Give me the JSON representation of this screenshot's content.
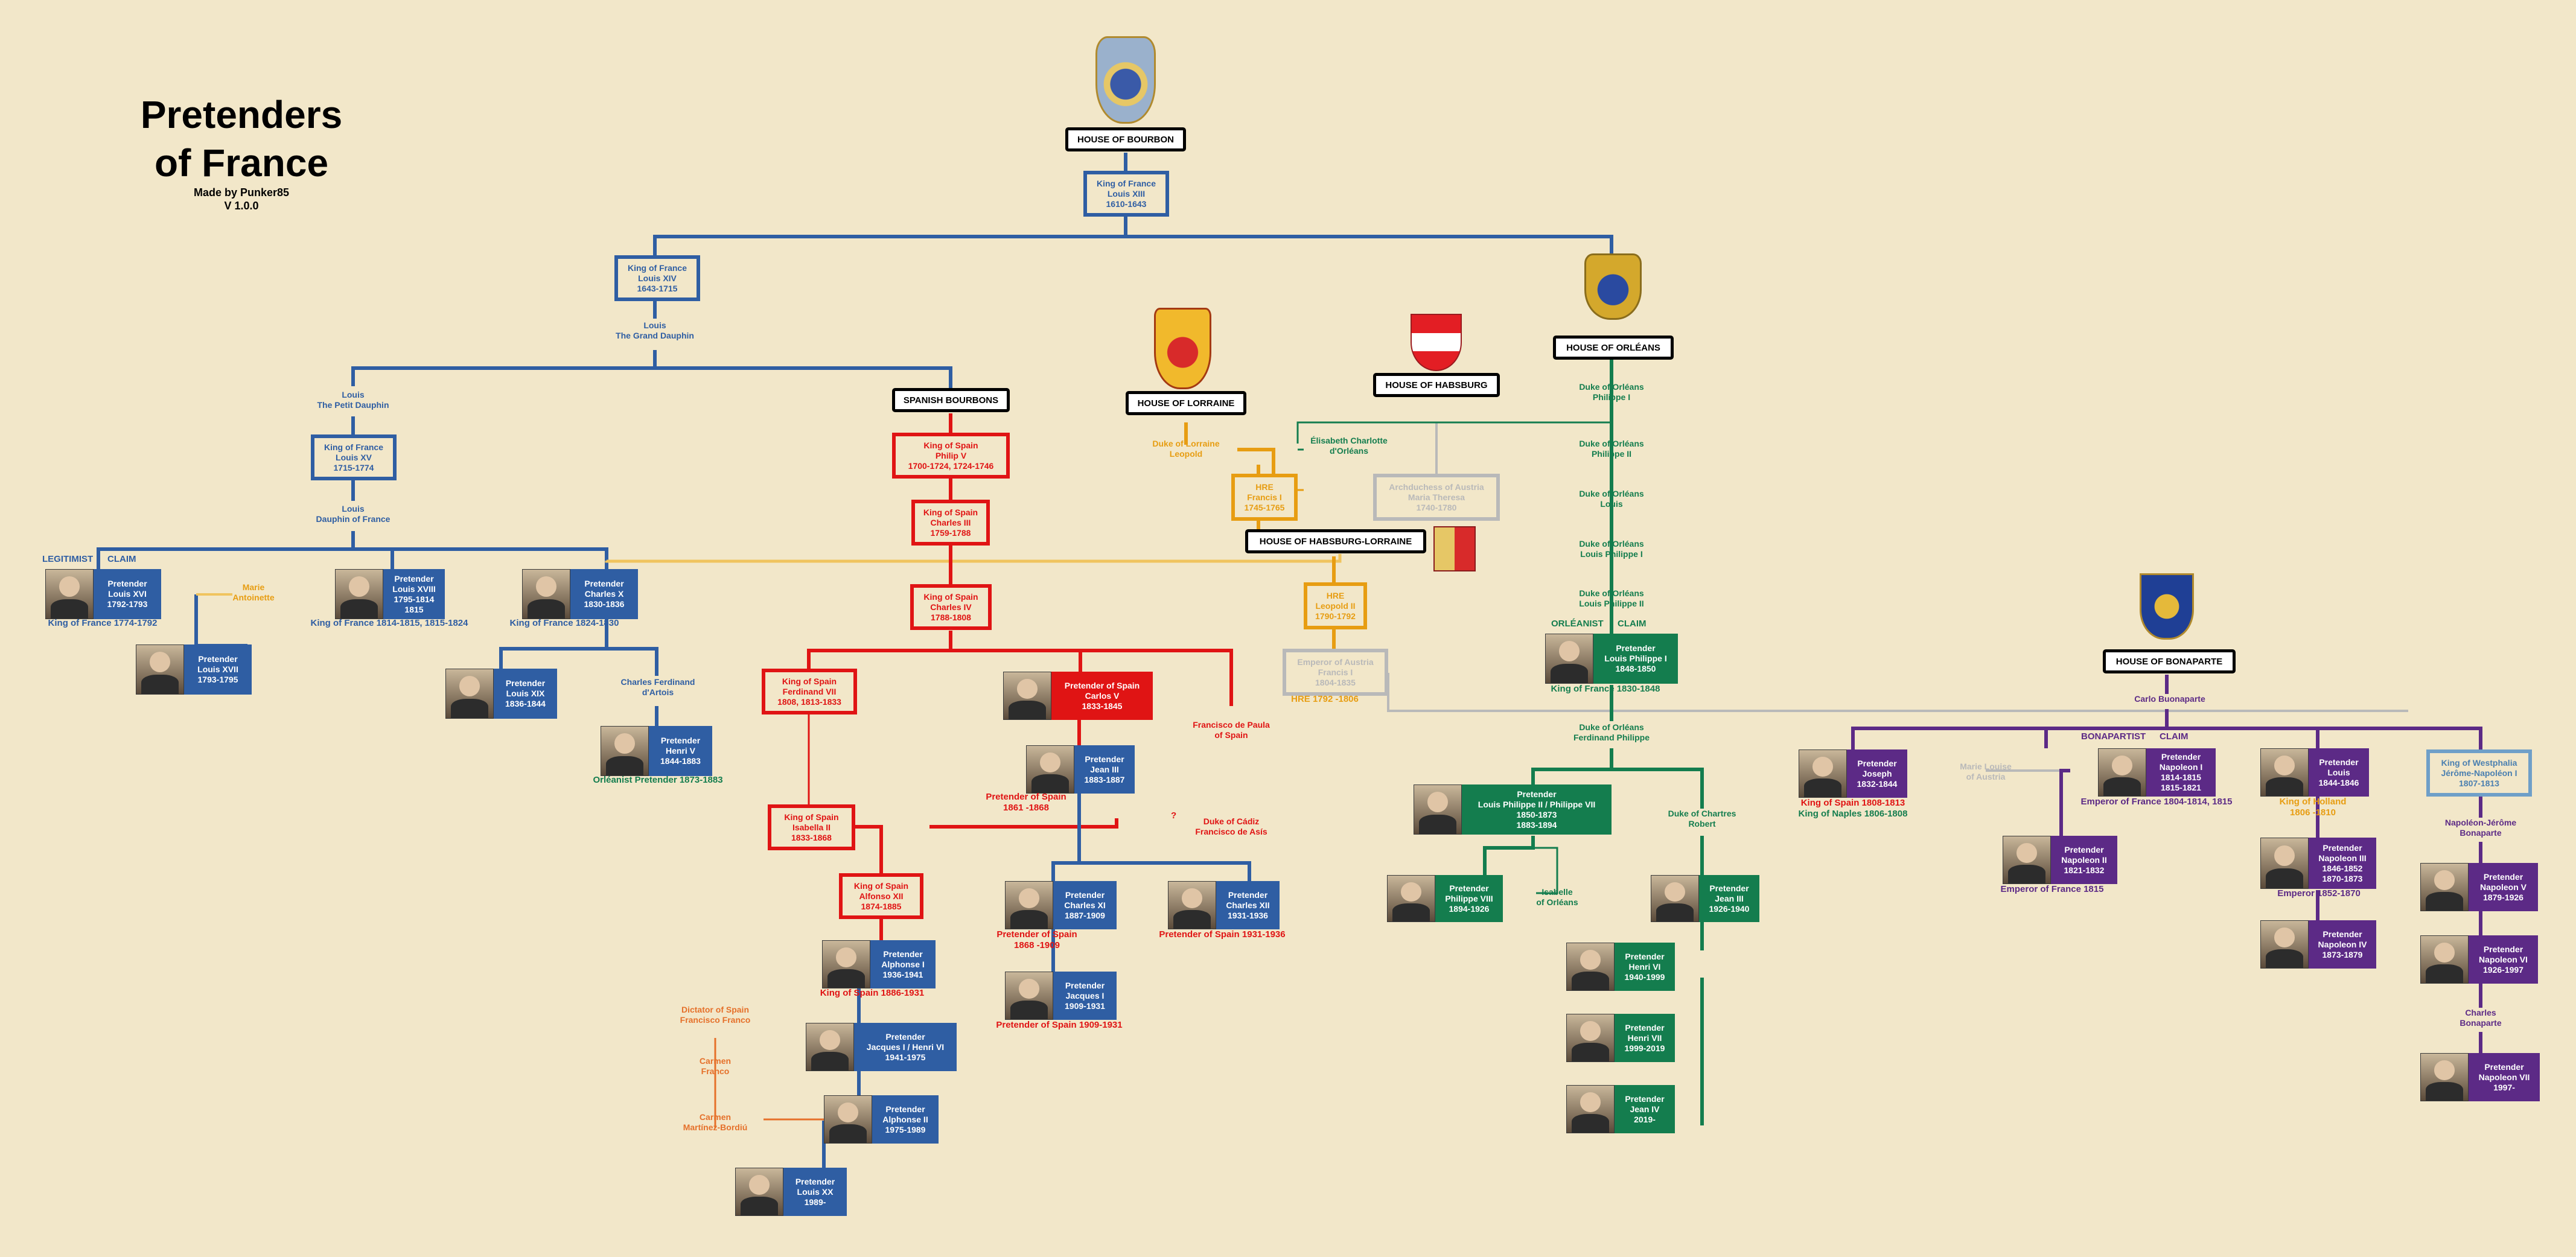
{
  "title": {
    "line1": "Pretenders",
    "line2": "of France",
    "author": "Made by Punker85",
    "version": "V 1.0.0"
  },
  "colors": {
    "bourbon": "#2f5ea3",
    "spain": "#e01414",
    "lorraine": "#e79d12",
    "habsburg": "#b9b9b9",
    "orleans": "#147d4e",
    "bonaparte": "#5c2a86",
    "franco": "#e5702a",
    "line_gold": "#f0c45e"
  },
  "houses": {
    "bourbon": "HOUSE OF BOURBON",
    "spanish_bourbons": "SPANISH BOURBONS",
    "lorraine": "HOUSE OF LORRAINE",
    "habsburg": "HOUSE OF HABSBURG",
    "habsburg_lorraine": "HOUSE OF HABSBURG-LORRAINE",
    "orleans": "HOUSE OF ORLÉANS",
    "bonaparte": "HOUSE OF BONAPARTE"
  },
  "icons": {
    "bourbon": "bourbon-coat-of-arms-icon",
    "lorraine": "lorraine-coat-of-arms-icon",
    "habsburg": "habsburg-shield-icon",
    "orleans": "orleans-coat-of-arms-icon",
    "habsburg_lorraine": "habsburg-lorraine-shield-icon",
    "bonaparte": "bonaparte-eagle-icon"
  },
  "labels": {
    "legitimist": "LEGITIMIST",
    "claim": "CLAIM",
    "orleanist": "ORLÉANIST",
    "claim2": "CLAIM",
    "bonapartist": "BONAPARTIST",
    "claim3": "CLAIM",
    "question": "?"
  },
  "nodes": {
    "louis_xiii": [
      "King of France",
      "Louis XIII",
      "1610-1643"
    ],
    "louis_xiv": [
      "King of France",
      "Louis XIV",
      "1643-1715"
    ],
    "grand_dauphin": [
      "Louis",
      "The Grand Dauphin"
    ],
    "petit_dauphin": [
      "Louis",
      "The Petit Dauphin"
    ],
    "louis_xv": [
      "King of France",
      "Louis XV",
      "1715-1774"
    ],
    "dauphin": [
      "Louis",
      "Dauphin of France"
    ],
    "louis_xvi": [
      "Pretender",
      "Louis XVI",
      "1792-1793"
    ],
    "marie_antoinette": [
      "Marie",
      "Antoinette"
    ],
    "louis_xviii": [
      "Pretender",
      "Louis XVIII",
      "1795-1814",
      "1815"
    ],
    "charles_x": [
      "Pretender",
      "Charles X",
      "1830-1836"
    ],
    "louis_xvii": [
      "Pretender",
      "Louis XVII",
      "1793-1795"
    ],
    "louis_xix": [
      "Pretender",
      "Louis XIX",
      "1836-1844"
    ],
    "charles_ferdinand": [
      "Charles Ferdinand",
      "d'Artois"
    ],
    "henri_v": [
      "Pretender",
      "Henri V",
      "1844-1883"
    ],
    "philip_v": [
      "King of Spain",
      "Philip V",
      "1700-1724, 1724-1746"
    ],
    "charles_iii": [
      "King of Spain",
      "Charles III",
      "1759-1788"
    ],
    "charles_iv": [
      "King of Spain",
      "Charles IV",
      "1788-1808"
    ],
    "ferdinand_vii": [
      "King of Spain",
      "Ferdinand VII",
      "1808, 1813-1833"
    ],
    "carlos_v": [
      "Pretender of Spain",
      "Carlos V",
      "1833-1845"
    ],
    "francisco_paula": [
      "Francisco de Paula",
      "of Spain"
    ],
    "jean_iii": [
      "Pretender",
      "Jean III",
      "1883-1887"
    ],
    "isabella_ii": [
      "King of Spain",
      "Isabella II",
      "1833-1868"
    ],
    "duke_cadiz": [
      "Duke of Cádiz",
      "Francisco de Asís"
    ],
    "alfonso_xii": [
      "King of Spain",
      "Alfonso XII",
      "1874-1885"
    ],
    "charles_xi": [
      "Pretender",
      "Charles XI",
      "1887-1909"
    ],
    "charles_xii": [
      "Pretender",
      "Charles XII",
      "1931-1936"
    ],
    "alphonse_i": [
      "Pretender",
      "Alphonse I",
      "1936-1941"
    ],
    "jacques_i": [
      "Pretender",
      "Jacques I",
      "1909-1931"
    ],
    "jacques_henri": [
      "Pretender",
      "Jacques I / Henri VI",
      "1941-1975"
    ],
    "alphonse_ii": [
      "Pretender",
      "Alphonse II",
      "1975-1989"
    ],
    "louis_xx": [
      "Pretender",
      "Louis XX",
      "1989-"
    ],
    "franco": [
      "Dictator of Spain",
      "Francisco Franco"
    ],
    "carmen_franco": [
      "Carmen",
      "Franco"
    ],
    "carmen_mb": [
      "Carmen",
      "Martínez-Bordiú"
    ],
    "duke_lorraine": [
      "Duke of Lorraine",
      "Leopold"
    ],
    "elisabeth": [
      "Élisabeth Charlotte",
      "d'Orléans"
    ],
    "francis_i": [
      "HRE",
      "Francis I",
      "1745-1765"
    ],
    "maria_theresa": [
      "Archduchess of Austria",
      "Maria Theresa",
      "1740-1780"
    ],
    "leopold_ii": [
      "HRE",
      "Leopold II",
      "1790-1792"
    ],
    "francis_austria": [
      "Emperor of Austria",
      "Francis I",
      "1804-1835"
    ],
    "orl_philippe_i": [
      "Duke of Orléans",
      "Philippe I"
    ],
    "orl_philippe_ii": [
      "Duke of Orléans",
      "Philippe II"
    ],
    "orl_louis": [
      "Duke of Orléans",
      "Louis"
    ],
    "orl_lp_i": [
      "Duke of Orléans",
      "Louis Philippe I"
    ],
    "orl_lp_ii": [
      "Duke of Orléans",
      "Louis Philippe II"
    ],
    "pret_lp_i": [
      "Pretender",
      "Louis Philippe I",
      "1848-1850"
    ],
    "ferd_philippe": [
      "Duke of Orléans",
      "Ferdinand Philippe"
    ],
    "pret_lp_ii": [
      "Pretender",
      "Louis Philippe II / Philippe VII",
      "1850-1873",
      "1883-1894"
    ],
    "duke_chartres": [
      "Duke of Chartres",
      "Robert"
    ],
    "philippe_viii": [
      "Pretender",
      "Philippe VIII",
      "1894-1926"
    ],
    "isabelle": [
      "Isabelle",
      "of Orléans"
    ],
    "orl_jean_iii": [
      "Pretender",
      "Jean III",
      "1926-1940"
    ],
    "henri_vi": [
      "Pretender",
      "Henri VI",
      "1940-1999"
    ],
    "henri_vii": [
      "Pretender",
      "Henri VII",
      "1999-2019"
    ],
    "jean_iv": [
      "Pretender",
      "Jean IV",
      "2019-"
    ],
    "carlo": [
      "Carlo Buonaparte"
    ],
    "joseph": [
      "Pretender",
      "Joseph",
      "1832-1844"
    ],
    "marie_louise": [
      "Marie Louise",
      "of Austria"
    ],
    "napoleon_i": [
      "Pretender",
      "Napoleon I",
      "1814-1815",
      "1815-1821"
    ],
    "louis_b": [
      "Pretender",
      "Louis",
      "1844-1846"
    ],
    "jerome": [
      "King of Westphalia",
      "Jérôme-Napoléon I",
      "1807-1813"
    ],
    "napoleon_ii": [
      "Pretender",
      "Napoleon II",
      "1821-1832"
    ],
    "napoleon_iii": [
      "Pretender",
      "Napoleon III",
      "1846-1852",
      "1870-1873"
    ],
    "napoleon_iv": [
      "Pretender",
      "Napoleon IV",
      "1873-1879"
    ],
    "nj_bonaparte": [
      "Napoléon-Jérôme",
      "Bonaparte"
    ],
    "napoleon_v": [
      "Pretender",
      "Napoleon V",
      "1879-1926"
    ],
    "napoleon_vi": [
      "Pretender",
      "Napoleon VI",
      "1926-1997"
    ],
    "charles_b": [
      "Charles",
      "Bonaparte"
    ],
    "napoleon_vii": [
      "Pretender",
      "Napoleon VII",
      "1997-"
    ]
  },
  "captions": {
    "louis_xvi": "King of France 1774-1792",
    "louis_xviii": "King of France 1814-1815, 1815-1824",
    "charles_x": "King of France   1824-1830",
    "henri_v": "Orléanist Pretender 1873-1883",
    "jean_iii": "Pretender         of Spain",
    "jean_iii2": "1861         -1868",
    "charles_xi": "Pretender      of Spain",
    "charles_xi2": "1868         -1909",
    "charles_xii": "Pretender of Spain 1931-1936",
    "alphonse_i": "King of Spain     1886-1931",
    "jacques_i": "Pretender of Spain 1909-1931",
    "francis_austria": "HRE 1792    -1806",
    "pret_lp_i": "King of France     1830-1848",
    "joseph": "King of Spain 1808-1813",
    "joseph2": "King of Naples 1806-1808",
    "napoleon_i": "Emperor of France 1804-1814, 1815",
    "louis_b": "King of       Holland",
    "louis_b2": "1806         -1810",
    "napoleon_ii": "Emperor of France 1815",
    "napoleon_iii": "Emperor     1852-1870"
  }
}
